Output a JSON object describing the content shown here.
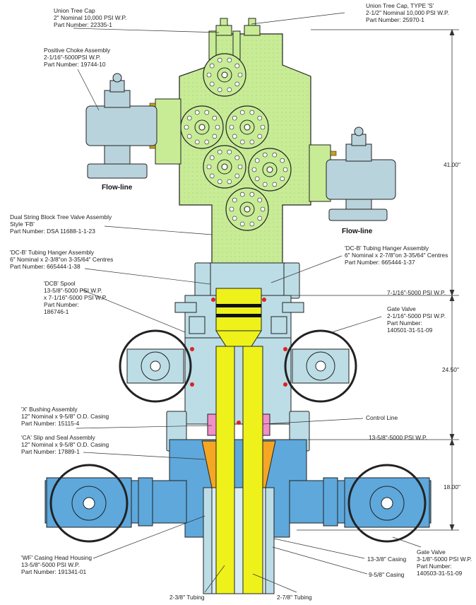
{
  "labels": {
    "union_cap": [
      "Union Tree Cap",
      "2\" Nominal 10,000 PSI W.P.",
      "Part Number: 22335-1"
    ],
    "union_cap_s": [
      "Union Tree Cap, TYPE 'S'",
      "2-1/2\" Nominal 10,000 PSI W.P.",
      "Part Number: 25970-1"
    ],
    "choke": [
      "Positive Choke Assembly",
      "2-1/16\"-5000PSI W.P.",
      "Part Number: 19744-10"
    ],
    "block_tree": [
      "Dual String Block Tree Valve Assembly",
      "Style 'FB'",
      "Part Number: DSA 11688-1-1-23"
    ],
    "hanger_left": [
      "'DC-B' Tubing Hanger Assembly",
      "6\" Nominal x 2-3/8\"on 3-35/64\" Centres",
      "Part Number: 665444-1-38"
    ],
    "hanger_right": [
      "'DC-B' Tubing Hanger Assembly",
      "6\" Nominal x 2-7/8\"on 3-35/64\" Centres",
      "Part Number: 665444-1-37"
    ],
    "spool": [
      "'DCB' Spool",
      "13-5/8\"-5000 PSI W.P.",
      "x 7-1/16\"-5000 PSI W.P.",
      "Part Number:",
      "186746-1"
    ],
    "gate_valve_top": [
      "Gate Valve",
      "2-1/16\"-5000 PSI W.P.",
      "Part Number:",
      "140501-31-51-09"
    ],
    "bushing": [
      "'X' Bushing Assembly",
      "12\" Nominal x 9-5/8\" O.D. Casing",
      "Part Number: 15115-4"
    ],
    "control_line": [
      "Control Line"
    ],
    "slip": [
      "'CA' Slip and Seal Assembly",
      "12\" Nominal x 9-5/8\" O.D. Casing",
      "Part Number: 17889-1"
    ],
    "casing_head": [
      "'WF' Casing Head Housing",
      "13-5/8\"-5000 PSI W.P.",
      "Part Number: 191341-01"
    ],
    "casing_13": [
      "13-3/8\" Casing"
    ],
    "casing_9": [
      "9-5/8\" Casing"
    ],
    "gate_valve_bottom": [
      "Gate Valve",
      "3-1/8\"-5000 PSI W.P.",
      "Part Number:",
      "140503-31-51-09"
    ],
    "tubing_238": [
      "2-3/8\" Tubing"
    ],
    "tubing_278": [
      "2-7/8\" Tubing"
    ],
    "flowline_left": "Flow-line",
    "flowline_right": "Flow-line",
    "dim_41": "41.00\"",
    "dim_2450": "24.50\"",
    "dim_18": "18.00\"",
    "pressure_7116": "7-1/16\"-5000 PSI W.P.",
    "pressure_1358": "13-5/8\"-5000 PSI W.P."
  },
  "colors": {
    "tree_green": "#c8ec96",
    "spool_blue": "#bcdde6",
    "head_blue": "#5ea8dc",
    "tubing_yellow": "#eef21a",
    "valve_blue_grey": "#b9d3dc",
    "slip_orange": "#f5a623",
    "bushing_pink": "#f08fc8",
    "outline": "#222222"
  }
}
